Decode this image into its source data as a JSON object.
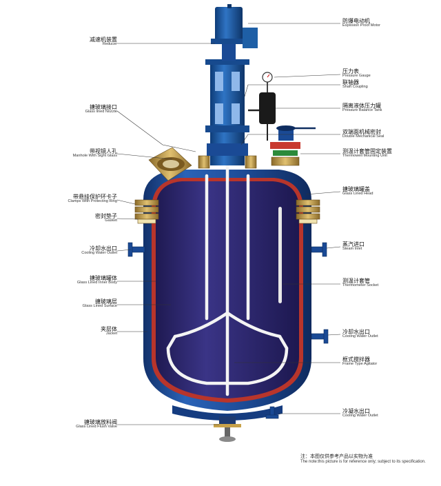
{
  "labels_left": [
    {
      "zh": "减速机装置",
      "en": "Reducer"
    },
    {
      "zh": "搪玻璃接口",
      "en": "Glass lined Nozzle"
    },
    {
      "zh": "带视镜人孔",
      "en": "Manhole With Sight Glass"
    },
    {
      "zh": "带悬挂保护环卡子",
      "en": "Clamps With Protecting Ring"
    },
    {
      "zh": "密封垫子",
      "en": "Gasket"
    },
    {
      "zh": "冷却水出口",
      "en": "Cooling Water Outlet"
    },
    {
      "zh": "搪玻璃罐体",
      "en": "Glass Lined Inner Body"
    },
    {
      "zh": "搪玻璃层",
      "en": "Glass Lined Surface"
    },
    {
      "zh": "夹层体",
      "en": "Jacket"
    },
    {
      "zh": "搪玻璃放料阀",
      "en": "Glass Lined Flush Valve"
    }
  ],
  "labels_right": [
    {
      "zh": "防爆电动机",
      "en": "Explosion Proof Motor"
    },
    {
      "zh": "压力表",
      "en": "Pressure Gauge"
    },
    {
      "zh": "联轴器",
      "en": "Shaft Coupling"
    },
    {
      "zh": "隔离液体压力罐",
      "en": "Pressure Balance Tank"
    },
    {
      "zh": "双端面机械密封",
      "en": "Double Mechanical Seal"
    },
    {
      "zh": "测温计套管固定装置",
      "en": "Thermowell Mounting Unit"
    },
    {
      "zh": "搪玻璃罐盖",
      "en": "Glass Lined Head"
    },
    {
      "zh": "蒸汽进口",
      "en": "Steam Inlet"
    },
    {
      "zh": "测温计套管",
      "en": "Thermometer Socket"
    },
    {
      "zh": "冷却水出口",
      "en": "Cooling Water Outlet"
    },
    {
      "zh": "框式搅拌器",
      "en": "Frame Type Agitator"
    },
    {
      "zh": "冷凝水出口",
      "en": "Cooling Water Outlet"
    }
  ],
  "note": {
    "zh": "注：本图仅供参考产品以实物为准",
    "en": "The note:this picture is for reference only; subject to its specification."
  },
  "colors": {
    "jacket": "#1f4f9c",
    "inner_body": "#2c2769",
    "lining": "#c0392b",
    "agitator": "#f2f2f2",
    "flange": "#c8a24a",
    "motor": "#1e5fa6",
    "leader": "#333333"
  }
}
